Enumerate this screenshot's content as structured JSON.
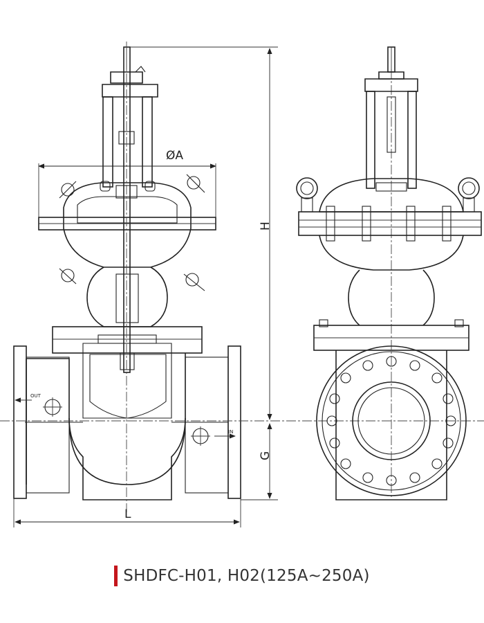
{
  "drawing": {
    "dimensions": {
      "diameter": "ØA",
      "height": "H",
      "center_height": "G",
      "length": "L"
    },
    "ports": {
      "outlet": "OUT",
      "inlet": "IN"
    }
  },
  "caption": {
    "accent_color": "#c4161c",
    "title": "SHDFC-H01, H02(125A~250A)"
  }
}
